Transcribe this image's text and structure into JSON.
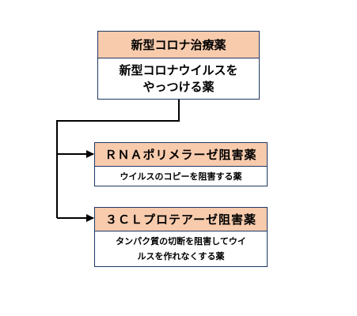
{
  "diagram": {
    "root": {
      "title": "新型コロナ治療薬",
      "description_line1": "新型コロナウイルスを",
      "description_line2": "やっつける薬"
    },
    "children": [
      {
        "title": "ＲＮＡポリメラーゼ阻害薬",
        "description": "ウイルスのコピーを阻害する薬"
      },
      {
        "title": "３ＣＬプロテアーゼ阻害薬",
        "description_line1": "タンパク質の切断を阻害してウイ",
        "description_line2": "ルスを作れなくする薬"
      }
    ],
    "colors": {
      "header_fill": "#f8cbad",
      "box_border": "#1f3864",
      "connector": "#000000"
    }
  }
}
